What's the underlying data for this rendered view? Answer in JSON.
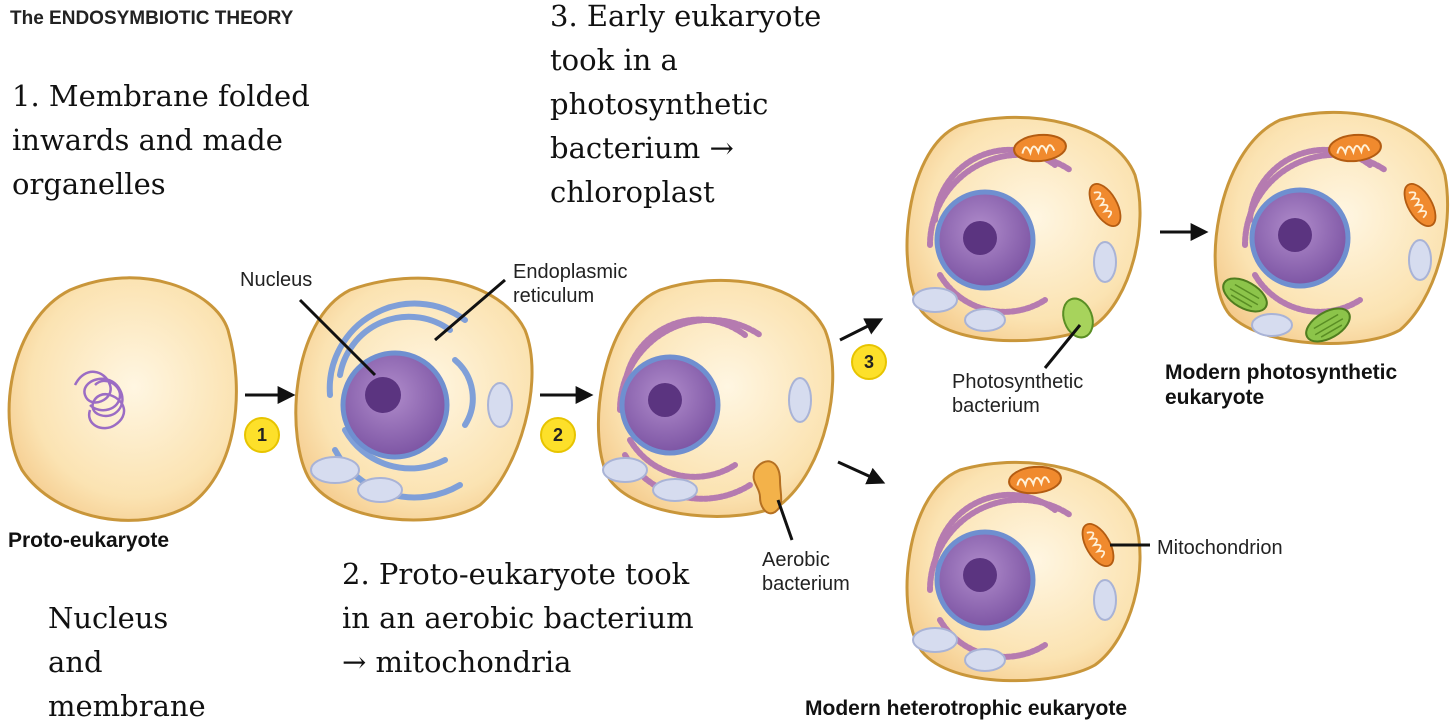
{
  "title": "The ENDOSYMBIOTIC THEORY",
  "notes": {
    "step1": [
      "1. Membrane folded",
      "inwards and made",
      "organelles"
    ],
    "step2": [
      "2. Proto-eukaryote took",
      "in an aerobic bacterium",
      "→ mitochondria"
    ],
    "step3": [
      "3. Early eukaryote",
      "took in a",
      "photosynthetic",
      "bacterium →",
      "chloroplast"
    ],
    "nucleus_membrane": [
      "Nucleus",
      "and",
      "membrane"
    ]
  },
  "labels": {
    "nucleus": "Nucleus",
    "er": [
      "Endoplasmic",
      "reticulum"
    ],
    "aerobic": [
      "Aerobic",
      "bacterium"
    ],
    "photosynthetic": [
      "Photosynthetic",
      "bacterium"
    ],
    "mitochondrion": "Mitochondrion"
  },
  "cell_names": {
    "proto": "Proto-eukaryote",
    "photo": [
      "Modern photosynthetic",
      "eukaryote"
    ],
    "hetero": "Modern heterotrophic eukaryote"
  },
  "steps": [
    "1",
    "2",
    "3"
  ],
  "colors": {
    "cytoplasm": "#fbe3b2",
    "membrane": "#c9963a",
    "nucleus": "#8e63b0",
    "nucleolus": "#5b3480",
    "er": "#7f9fd8",
    "mitochondrion": "#f08a2e",
    "chloroplast": "#7fb93c",
    "step_badge": "#fde02a",
    "vacuole": "#d6dcef"
  }
}
